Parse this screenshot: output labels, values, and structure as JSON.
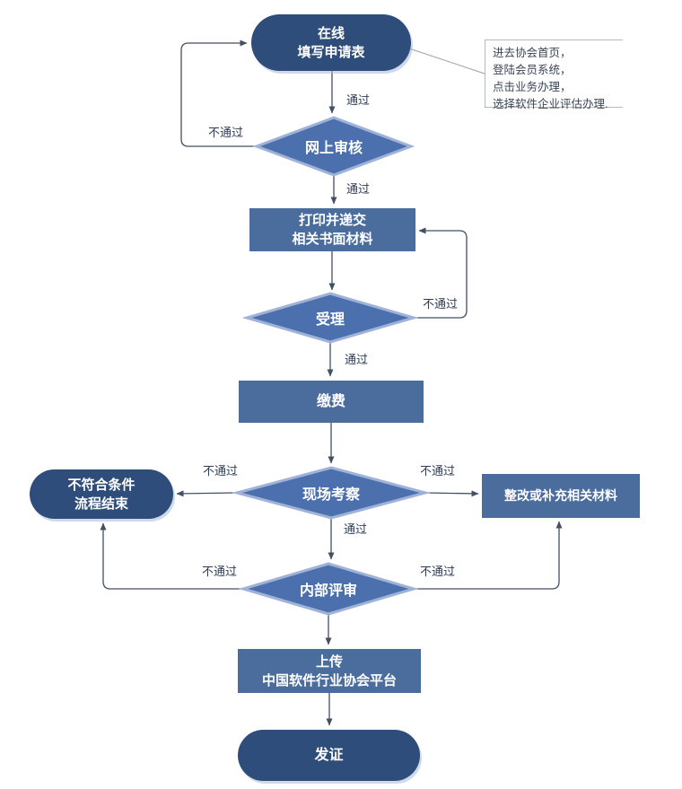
{
  "diagram": {
    "title_hint": "软件企业评估办理流程图",
    "colors": {
      "background": "#ffffff",
      "terminator_fill": "#2e4d7b",
      "process_fill": "#4a6d9e",
      "decision_fill": "#4b70ad",
      "decision_border": "#9fb3d8",
      "connector": "#434f63",
      "node_text": "#ffffff",
      "label_text": "#2e3c55",
      "note_text": "#3a4656",
      "note_border": "#b3bac4"
    },
    "nodes": {
      "start": {
        "type": "terminator",
        "line1": "在线",
        "line2": "填写申请表"
      },
      "online_review": {
        "type": "decision",
        "label": "网上审核"
      },
      "print_submit": {
        "type": "process",
        "line1": "打印并递交",
        "line2": "相关书面材料"
      },
      "acceptance": {
        "type": "decision",
        "label": "受理"
      },
      "payment": {
        "type": "process",
        "label": "缴费"
      },
      "site_inspection": {
        "type": "decision",
        "label": "现场考察"
      },
      "not_qualified": {
        "type": "terminator",
        "line1": "不符合条件",
        "line2": "流程结束"
      },
      "rectify": {
        "type": "process",
        "label": "整改或补充相关材料"
      },
      "internal_review": {
        "type": "decision",
        "label": "内部评审"
      },
      "upload": {
        "type": "process",
        "line1": "上传",
        "line2": "中国软件行业协会平台"
      },
      "issue_certificate": {
        "type": "terminator",
        "label": "发证"
      }
    },
    "edge_labels": {
      "pass": "通过",
      "fail": "不通过"
    },
    "note": {
      "line1": "进去协会首页，",
      "line2": "登陆会员系统，",
      "line3": "点击业务办理，",
      "line4": "选择软件企业评估办理."
    }
  }
}
